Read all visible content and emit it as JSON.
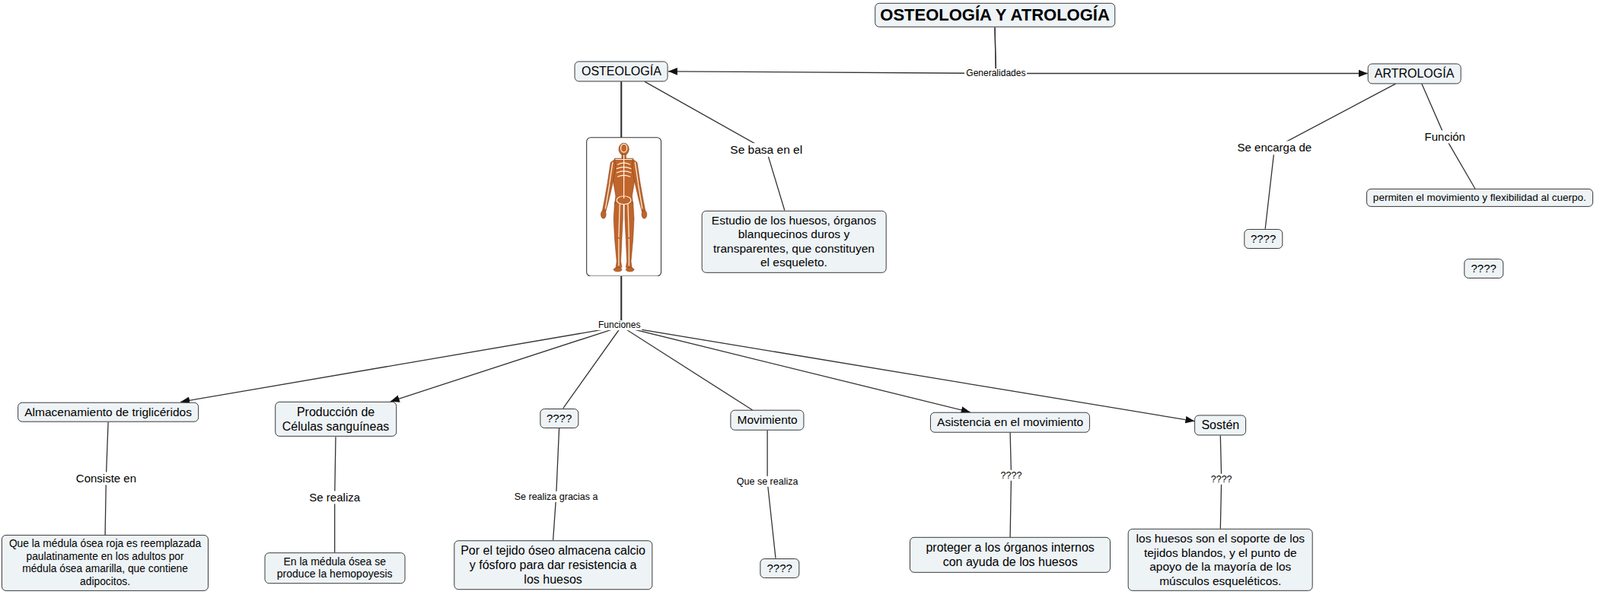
{
  "diagram": {
    "nodes": [
      {
        "text": [
          "OSTEOLOGÍA Y ATROLOGÍA"
        ]
      },
      {
        "text": [
          "OSTEOLOGÍA"
        ]
      },
      {
        "text": [
          "ARTROLOGÍA"
        ]
      },
      {
        "text": [
          "Estudio de los huesos, órganos blanquecinos duros y transparentes, que constituyen el esqueleto."
        ]
      },
      {
        "text": [
          "????"
        ]
      },
      {
        "text": [
          "permiten el movimiento y flexibilidad al cuerpo."
        ]
      },
      {
        "text": [
          "????"
        ]
      },
      {
        "text": [
          "Almacenamiento de triglicéridos"
        ]
      },
      {
        "text": [
          "Producción de Células sanguíneas"
        ]
      },
      {
        "text": [
          "????"
        ]
      },
      {
        "text": [
          "Movimiento"
        ]
      },
      {
        "text": [
          "Asistencia en el movimiento"
        ]
      },
      {
        "text": [
          "Sostén"
        ]
      },
      {
        "text": [
          "Que la médula ósea roja es reemplazada paulatinamente en los adultos por médula ósea amarilla, que contiene adipocitos."
        ]
      },
      {
        "text": [
          "En la médula ósea se produce la hemopoyesis"
        ]
      },
      {
        "text": [
          "Por el tejido óseo almacena calcio y fósforo para dar resistencia a los huesos"
        ]
      },
      {
        "text": [
          "????"
        ]
      },
      {
        "text": [
          "proteger a los órganos internos con ayuda de los huesos"
        ]
      },
      {
        "text": [
          "los huesos son el soporte de los tejidos blandos, y el punto de apoyo de la mayoría de los músculos esqueléticos."
        ]
      }
    ],
    "edges": [
      {
        "from": 0,
        "to": 1,
        "arrow": "to",
        "label": "Generalidades"
      },
      {
        "from": 0,
        "to": 2,
        "arrow": "to"
      },
      {
        "from": 1,
        "to": 3,
        "arrow": "none",
        "label": "Se basa en el"
      },
      {
        "from": 2,
        "to": 4,
        "arrow": "none",
        "label": "Se encarga de"
      },
      {
        "from": 2,
        "to": 5,
        "arrow": "none",
        "label": "Función"
      },
      {
        "from": 1,
        "to": 7,
        "arrow": "to",
        "label": "Funciones"
      },
      {
        "from": 1,
        "to": 8,
        "arrow": "to"
      },
      {
        "from": 1,
        "to": 9,
        "arrow": "none"
      },
      {
        "from": 1,
        "to": 10,
        "arrow": "none"
      },
      {
        "from": 1,
        "to": 11,
        "arrow": "to"
      },
      {
        "from": 1,
        "to": 12,
        "arrow": "to"
      },
      {
        "from": 7,
        "to": 13,
        "arrow": "none",
        "label": "Consiste en"
      },
      {
        "from": 8,
        "to": 14,
        "arrow": "none",
        "label": "Se realiza"
      },
      {
        "from": 9,
        "to": 15,
        "arrow": "none",
        "label": "Se realiza gracias a"
      },
      {
        "from": 10,
        "to": 16,
        "arrow": "none",
        "label": "Que se realiza"
      },
      {
        "from": 11,
        "to": 17,
        "arrow": "none",
        "label": "????"
      },
      {
        "from": 12,
        "to": 18,
        "arrow": "none",
        "label": "????"
      }
    ]
  }
}
